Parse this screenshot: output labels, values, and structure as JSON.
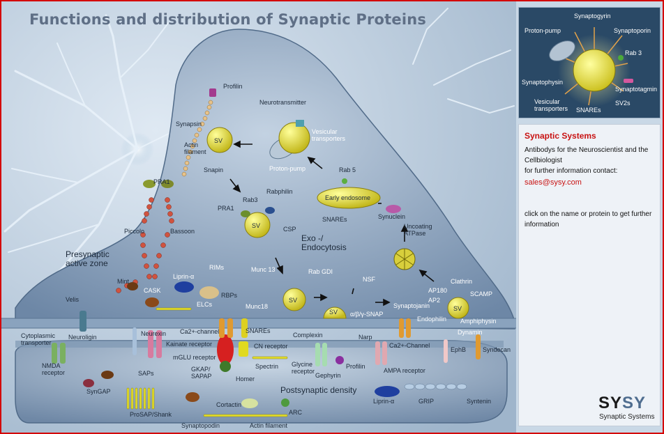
{
  "title": "Functions and distribution of Synaptic Proteins",
  "labels": {
    "profilin_top": "Profilin",
    "neurotransmitter": "Neurotransmitter",
    "synapsin": "Synapsin",
    "actin_filament_top": "Actin\nfilament",
    "snapin": "Snapin",
    "vesicular_transporters": "Vesicular\ntransporters",
    "proton_pump": "Proton-pump",
    "rab5": "Rab 5",
    "early_endosome": "Early endosome",
    "pra1_left": "PRA1",
    "pra1_mid": "PRA1",
    "rab3": "Rab3",
    "rabphilin": "Rabphilin",
    "csp": "CSP",
    "snares_endosome": "SNAREs",
    "synuclein": "Synuclein",
    "exo_endo": "Exo -/\nEndocytosis",
    "uncoating_atpase": "Uncoating\nATPase",
    "piccolo": "Piccolo",
    "bassoon": "Bassoon",
    "presynaptic_active_zone": "Presynaptic\nactive zone",
    "rims": "RIMs",
    "munc13": "Munc 13",
    "rab_gdi": "Rab GDI",
    "clathrin": "Clathrin",
    "ap180": "AP180",
    "scamp": "SCAMP",
    "ap2": "AP2",
    "mint": "Mint",
    "cask": "CASK",
    "liprin_top": "Liprin-α",
    "rbps": "RBPs",
    "elcs": "ELCs",
    "munc18": "Munc18",
    "nsf": "NSF",
    "abg_snap": "α/β/γ-SNAP",
    "synaptojanin": "Synaptojanin",
    "endophilin": "Endophilin",
    "amphiphysin": "Amphiphysin",
    "velis": "Velis",
    "dynamin": "Dynamin",
    "sv": "SV",
    "neurexin": "Neurexin",
    "ca_channel_left": "Ca2+-channel",
    "snares_bottom": "SNAREs",
    "complexin": "Complexin",
    "narp": "Narp",
    "ca_channel_right": "Ca2+-Channel",
    "ep1b": "EphB",
    "syndecan": "Syndecan",
    "cytoplasmic_transporter": "Cytoplasmic\ntransporter",
    "neuroligin": "Neuroligin",
    "kainate_receptor": "Kainate receptor",
    "cn_receptor": "CN receptor",
    "mglu_receptor": "mGLU receptor",
    "spectrin": "Spectrin",
    "glycine_receptor": "Glycine\nreceptor",
    "gephyrin": "Gephyrin",
    "profilin_bottom": "Profilin",
    "ampa_receptor": "AMPA receptor",
    "nmda_receptor": "NMDA\nreceptor",
    "saps": "SAPs",
    "gkap_sapap": "GKAP/\nSAPAP",
    "homer": "Homer",
    "postsynaptic_density": "Postsynaptic density",
    "syngap": "SynGAP",
    "liprin_bottom": "Liprin-α",
    "grip": "GRIP",
    "syntenin": "Syntenin",
    "prosap_shank": "ProSAP/Shank",
    "cortactin": "Cortactin",
    "arc": "ARC",
    "synaptopodin": "Synaptopodin",
    "actin_filament_bottom": "Actin filament"
  },
  "inset": {
    "synaptogyrin": "Synaptogyrin",
    "proton_pump": "Proton-pump",
    "synaptoporin": "Synaptoporin",
    "rab3": "Rab 3",
    "synaptophysin": "Synaptophysin",
    "synaptotagmin": "Synaptotagmin",
    "vesicular_transporters": "Vesicular\ntransporters",
    "snares": "SNAREs",
    "sv2s": "SV2s"
  },
  "panel": {
    "company": "Synaptic Systems",
    "description": "Antibodys for the Neuroscientist and the Cellbiologist",
    "contact": "for further information contact:",
    "email": "sales@sysy.com",
    "instruction": "click on the name or protein to get further information",
    "logo_part1": "SY",
    "logo_part2": "SY",
    "logo_sub": "Synaptic Systems"
  },
  "colors": {
    "border": "#d40000",
    "accent_red": "#c81212",
    "title": "#5f6f86",
    "membrane": "#7f98b4",
    "vesicle": "#e9e04a"
  }
}
